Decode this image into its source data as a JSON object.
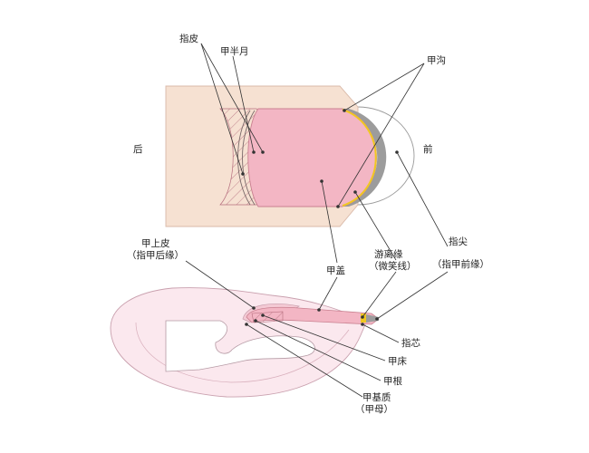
{
  "colors": {
    "skin": "#f6e1d2",
    "skin_edge": "#d9b9a8",
    "nail_plate": "#f3b6c4",
    "nail_plate_edge": "#c98090",
    "free_edge_grey": "#9c9c9c",
    "smile_line": "#f0c820",
    "hatch": "#b56d7d",
    "section_fill": "#fbe8ee",
    "section_edge": "#c9a0ae",
    "bone_fill": "#ffffff"
  },
  "labels": {
    "zhipi": "指皮",
    "jiabanyue": "甲半月",
    "jiagou": "甲沟",
    "hou": "后",
    "qian": "前",
    "jiashangpi": "甲上皮",
    "jiashangpi_note": "（指甲后缘）",
    "youlixian": "游离缘",
    "youlixian_note": "（微笑线）",
    "zhijian": "指尖",
    "zhijian_note": "（指甲前缘）",
    "jiagai": "甲盖",
    "zhixin": "指芯",
    "jiachuang": "甲床",
    "jiagen": "甲根",
    "jiajizhi": "甲基质",
    "jiajizhi_note": "（甲母）"
  }
}
